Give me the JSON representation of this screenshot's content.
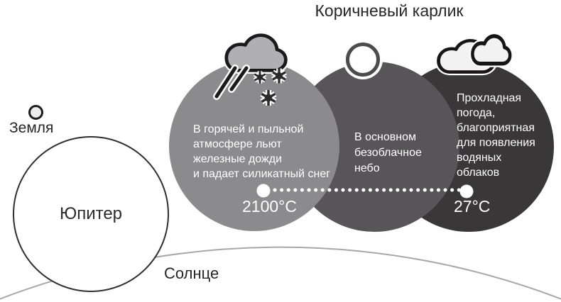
{
  "title": "Коричневый карлик",
  "solar_system": {
    "earth_label": "Земля",
    "jupiter_label": "Юпитер",
    "sun_label": "Солнце"
  },
  "dwarfs": [
    {
      "name": "hot-dusty-dwarf",
      "icon": "storm-cloud-rain-snow-icon",
      "lines": [
        "В горячей и пыльной",
        "атмосфере льют",
        "железные дожди",
        "и падает силикатный снег"
      ],
      "temperature": "2100°C",
      "color": "#8b8b8d"
    },
    {
      "name": "mid-temperature-dwarf",
      "icon": "clear-sky-circle-icon",
      "lines": [
        "В основном",
        "безоблачное",
        "небо"
      ],
      "temperature": "",
      "color": "#575558"
    },
    {
      "name": "cool-dwarf",
      "icon": "water-clouds-icon",
      "lines": [
        "Прохладная",
        "погода,",
        "благоприятная",
        "для появления",
        "водяных",
        "облаков"
      ],
      "temperature": "27°C",
      "color": "#3a3739"
    }
  ],
  "colors": {
    "dwarf_hot": "#8b8b8d",
    "dwarf_mid": "#575558",
    "dwarf_cool": "#3a3739",
    "storm_cloud_fill": "#b0b0b2",
    "water_cloud_fill": "#f2f2f2",
    "icon_outline": "#1a1a1a",
    "clear_ring": "#4d4b4d",
    "sun_arc": "#a7a7a7",
    "earth_fill": "#ececee",
    "text_on_dwarf": "#ffffff",
    "text_dark": "#262626"
  }
}
